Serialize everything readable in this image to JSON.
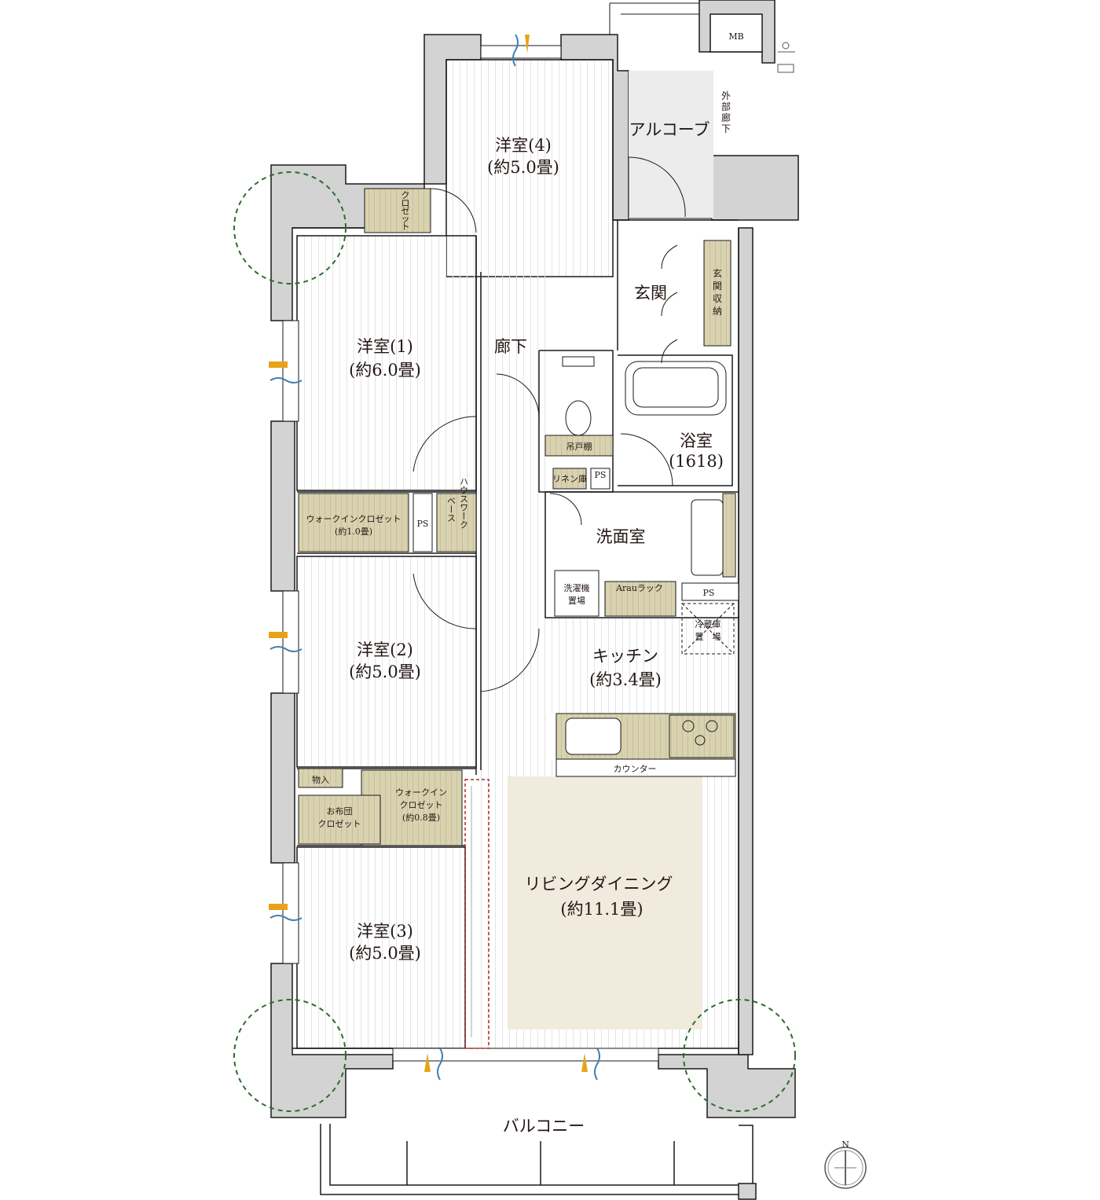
{
  "colors": {
    "wall": "#d3d3d3",
    "wall_edge": "#1a1a1a",
    "storage": "#d8d2b0",
    "ldk_area": "#f1ebde",
    "light_gray": "#ececec",
    "tree": "#2f6b2f",
    "sash_orange": "#e8a21a",
    "sash_blue": "#3f7fb0",
    "dash_red": "#b3262d"
  },
  "rooms": {
    "western4_name": "洋室(4)",
    "western4_size": "(約5.0畳)",
    "alcove": "アルコーブ",
    "outer_corridor": [
      "外",
      "部",
      "廊",
      "下"
    ],
    "mb": "MB",
    "closet_vertical": [
      "ク",
      "ロ",
      "ゼ",
      "ッ",
      "ト"
    ],
    "entrance": "玄関",
    "entrance_storage": [
      "玄",
      "関",
      "収",
      "納"
    ],
    "western1_name": "洋室(1)",
    "western1_size": "(約6.0畳)",
    "hallway": "廊下",
    "hanging_shelf": "吊戸棚",
    "linen": "リネン庫",
    "ps": "PS",
    "bath_name": "浴室",
    "bath_size": "(1618)",
    "wic1_name": "ウォークインクロゼット",
    "wic1_size": "(約1.0畳)",
    "housework": [
      "ハウスワーク",
      "ベース"
    ],
    "washroom": "洗面室",
    "washer_line1": "洗濯機",
    "washer_line2": "置場",
    "arau": "Arauラック",
    "fridge_line1": "冷蔵庫",
    "fridge_line2": "置　場",
    "western2_name": "洋室(2)",
    "western2_size": "(約5.0畳)",
    "kitchen_name": "キッチン",
    "kitchen_size": "(約3.4畳)",
    "counter": "カウンター",
    "storage": "物入",
    "wic2_line1": "ウォークイン",
    "wic2_line2": "クロゼット",
    "wic2_line3": "(約0.8畳)",
    "futon_line1": "お布団",
    "futon_line2": "クロゼット",
    "living_name": "リビングダイニング",
    "living_size": "(約11.1畳)",
    "western3_name": "洋室(3)",
    "western3_size": "(約5.0畳)",
    "balcony": "バルコニー",
    "north": "N"
  }
}
